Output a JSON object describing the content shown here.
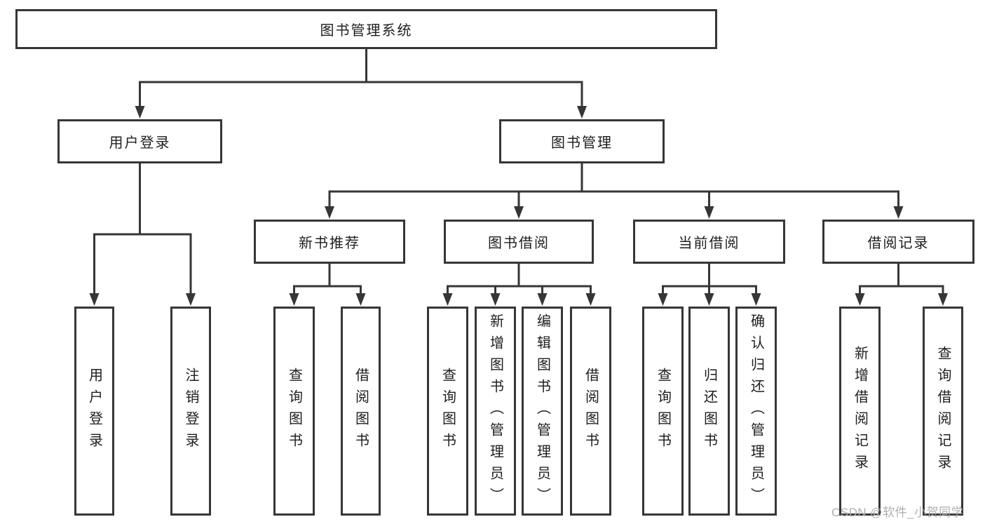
{
  "nodes": {
    "root": "图书管理系统",
    "user_login": "用户登录",
    "book_management": "图书管理",
    "new_book_recommend": "新书推荐",
    "book_borrow": "图书借阅",
    "current_borrow": "当前借阅",
    "borrow_records": "借阅记录"
  },
  "leaves": {
    "user_login_group": {
      "login": "用户登录",
      "logout": "注销登录"
    },
    "new_book_group": {
      "query_books": "查询图书",
      "borrow_books": "借阅图书"
    },
    "book_borrow_group": {
      "query_books": "查询图书",
      "add_books": "新增图书（管理员）",
      "edit_books": "编辑图书（管理员）",
      "borrow_books": "借阅图书"
    },
    "current_borrow_group": {
      "query_books": "查询图书",
      "return_books": "归还图书",
      "confirm_return": "确认归还（管理员）"
    },
    "records_group": {
      "add_record": "新增借阅记录",
      "query_record": "查询借阅记录"
    }
  },
  "watermark": {
    "text": "CSDN @软件_小贺同学"
  },
  "colors": {
    "line": "#363636",
    "text": "#1e1e1e",
    "watermark": "#aeaeae",
    "background": "#ffffff"
  }
}
